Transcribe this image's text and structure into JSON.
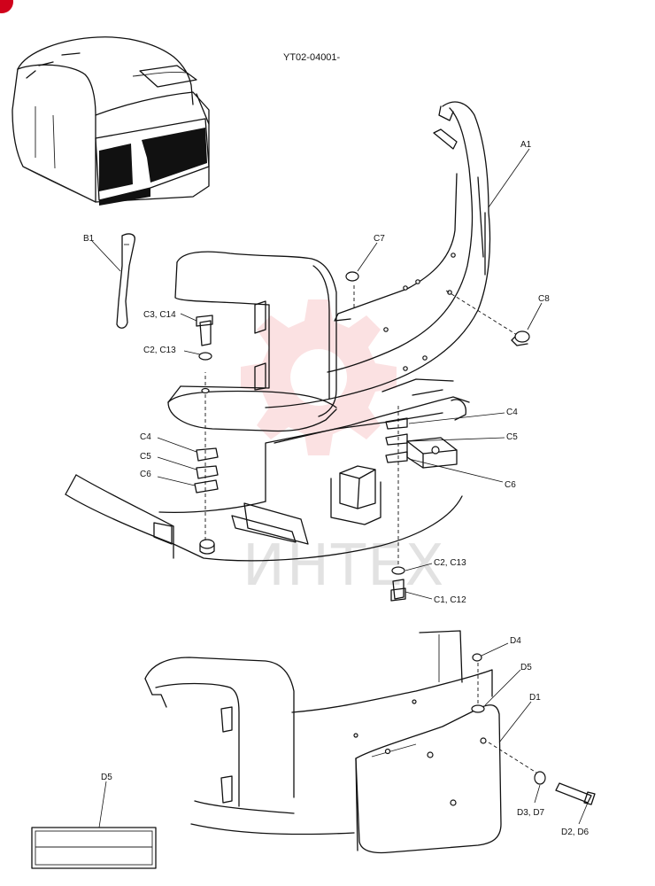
{
  "drawing": {
    "code": "YT02-04001-",
    "watermark_text": "ИНТЕХ",
    "accent_color": "#d0021b"
  },
  "callouts": {
    "A1": "A1",
    "B1": "B1",
    "C7": "C7",
    "C8": "C8",
    "C3_C14": "C3, C14",
    "C2_C13_top": "C2, C13",
    "C4_right": "C4",
    "C5_right": "C5",
    "C6_right": "C6",
    "C4_left": "C4",
    "C5_left": "C5",
    "C6_left": "C6",
    "C2_C13_bottom": "C2, C13",
    "C1_C12": "C1, C12",
    "D4": "D4",
    "D5": "D5",
    "D1": "D1",
    "D3_D7": "D3, D7",
    "D2_D6": "D2, D6",
    "D5_label": "D5"
  }
}
